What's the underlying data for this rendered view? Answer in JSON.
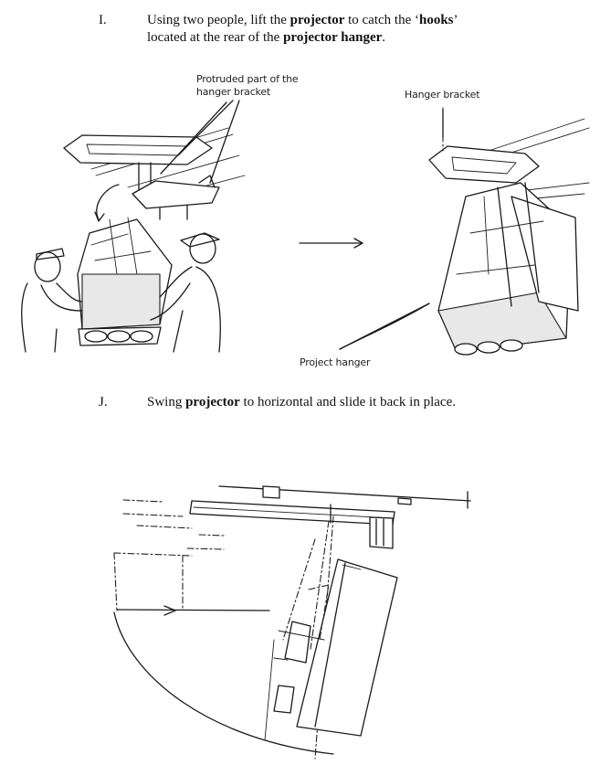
{
  "steps": [
    {
      "marker": "I.",
      "line1": {
        "t1": "Using two people, lift the ",
        "b1": "projector",
        "t2": " to catch the ‘",
        "b2": "hooks",
        "t3": "’"
      },
      "line2": {
        "t1": "located at the rear of the ",
        "b1": "projector hanger",
        "t2": "."
      }
    },
    {
      "marker": "J.",
      "line1": {
        "t1": "Swing ",
        "b1": "projector",
        "t2": " to horizontal and slide it back in place."
      }
    }
  ],
  "figure_labels": {
    "protruded_line1": "Protruded part of the",
    "protruded_line2": "hanger bracket",
    "hanger_bracket": "Hanger bracket",
    "project_hanger": "Project hanger"
  }
}
